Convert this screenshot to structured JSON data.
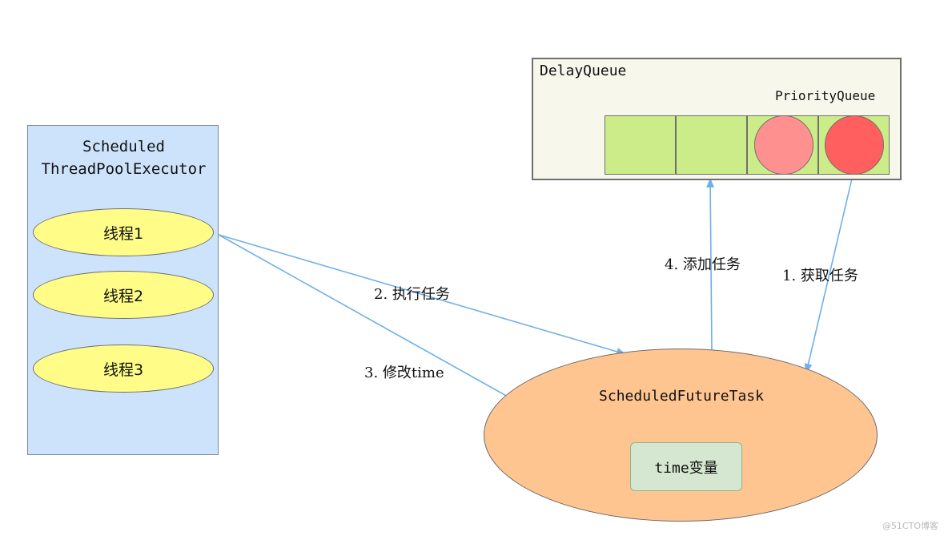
{
  "executor": {
    "title": "Scheduled\nThreadPoolExecutor",
    "threads": [
      {
        "label": "线程1"
      },
      {
        "label": "线程2"
      },
      {
        "label": "线程3"
      }
    ]
  },
  "delay_queue": {
    "title": "DelayQueue",
    "inner_title": "PriorityQueue",
    "slot_count": 4,
    "task_colors": [
      "#ff9090",
      "#ff5f5f"
    ],
    "slot_color": "#ccec8a"
  },
  "future_task": {
    "title": "ScheduledFutureTask",
    "field_label": "time变量"
  },
  "edges": {
    "execute": "2. 执行任务",
    "modify_time": "3. 修改time",
    "add_task": "4. 添加任务",
    "get_task": "1. 获取任务"
  },
  "colors": {
    "arrow": "#6fb0e8",
    "executor_fill": "#cde3fb",
    "thread_fill": "#fffd88",
    "task_fill": "#ffc590",
    "field_fill": "#d5e7d1"
  },
  "watermark": "@51CTO博客"
}
